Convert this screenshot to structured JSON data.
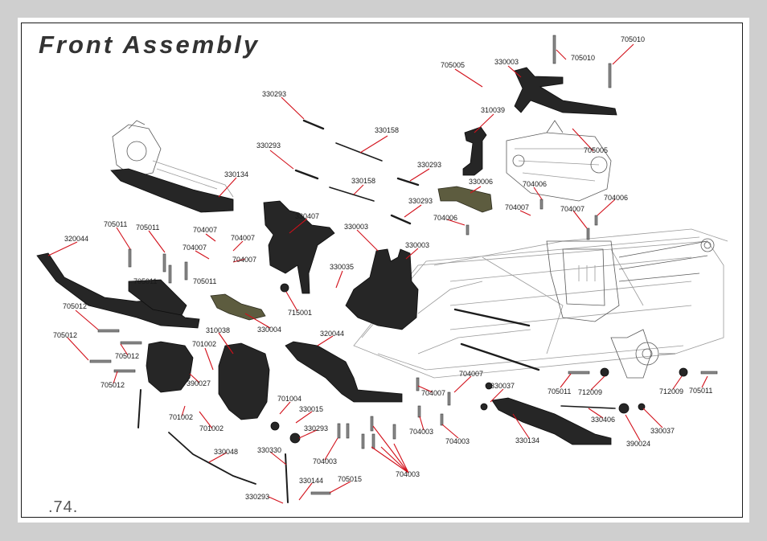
{
  "page": {
    "title": "Front Assembly",
    "page_number": ".74."
  },
  "part_labels": [
    "705010",
    "705010",
    "705005",
    "330003",
    "310039",
    "330293",
    "330158",
    "330293",
    "330293",
    "330293",
    "330158",
    "330006",
    "705005",
    "704006",
    "704006",
    "704007",
    "704007",
    "704006",
    "330134",
    "705011",
    "705011",
    "320044",
    "704007",
    "704007",
    "704007",
    "704007",
    "705011",
    "705011",
    "330407",
    "330003",
    "330003",
    "330035",
    "715001",
    "705012",
    "705012",
    "705012",
    "705012",
    "310038",
    "330004",
    "701002",
    "390027",
    "320044",
    "701004",
    "330015",
    "701002",
    "701002",
    "330293",
    "330330",
    "330048",
    "704003",
    "704003",
    "704003",
    "704003",
    "704003",
    "330144",
    "705015",
    "330293",
    "704007",
    "704007",
    "330037",
    "705011",
    "712009",
    "712009",
    "705011",
    "330406",
    "330134",
    "390024",
    "330037"
  ],
  "colors": {
    "page_background": "#cfcfcf",
    "sheet": "#ffffff",
    "leader_line": "#d2101a",
    "part_dark": "#262626",
    "part_olive": "#5d5c3f"
  }
}
